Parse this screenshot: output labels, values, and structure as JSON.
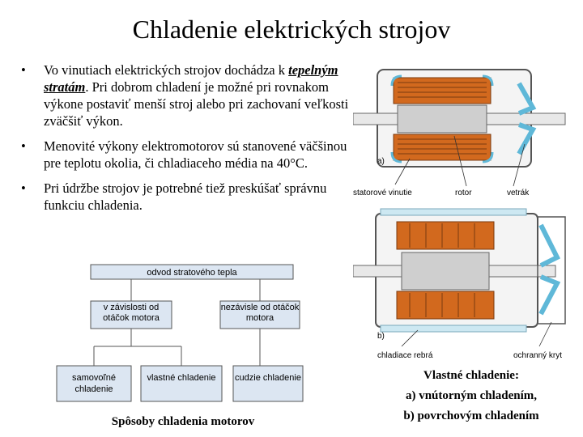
{
  "title": "Chladenie elektrických strojov",
  "bullets": [
    {
      "pre": "Vo vinutiach elektrických strojov dochádza k ",
      "em": "tepelným stratám",
      "post": ". Pri dobrom chladení je možné pri rovnakom výkone postaviť menší stroj alebo pri zachovaní veľkosti zväčšiť výkon."
    },
    {
      "pre": "Menovité výkony elektromotorov sú stanovené väčšinou pre teplotu okolia, či chladiaceho média na 40°C.",
      "em": "",
      "post": ""
    },
    {
      "pre": "Pri údržbe strojov je potrebné tiež preskúšať správnu funkciu chladenia.",
      "em": "",
      "post": ""
    }
  ],
  "bullet_symbol": "•",
  "diagram": {
    "top": "odvod stratového tepla",
    "dependent": "v závislosti od otáčok motora",
    "independent": "nezávisle od otáčok motora",
    "natural": "samovoľné chladenie",
    "own": "vlastné chladenie",
    "foreign": "cudzie chladenie",
    "box_color": "#dce6f2",
    "caption": "Spôsoby chladenia motorov"
  },
  "motor_figure": {
    "label_a": "a)",
    "label_b": "b)",
    "stator_winding": "statorové vinutie",
    "rotor": "rotor",
    "fan": "vetrák",
    "cooling_fins": "chladiace rebrá",
    "protective_cover": "ochranný kryt",
    "winding_color": "#d2691e",
    "air_color": "#5fb8d8"
  },
  "caption_right": {
    "line1": "Vlastné chladenie:",
    "line2": "a) vnútorným chladením,",
    "line3": "b) povrchovým chladením"
  }
}
